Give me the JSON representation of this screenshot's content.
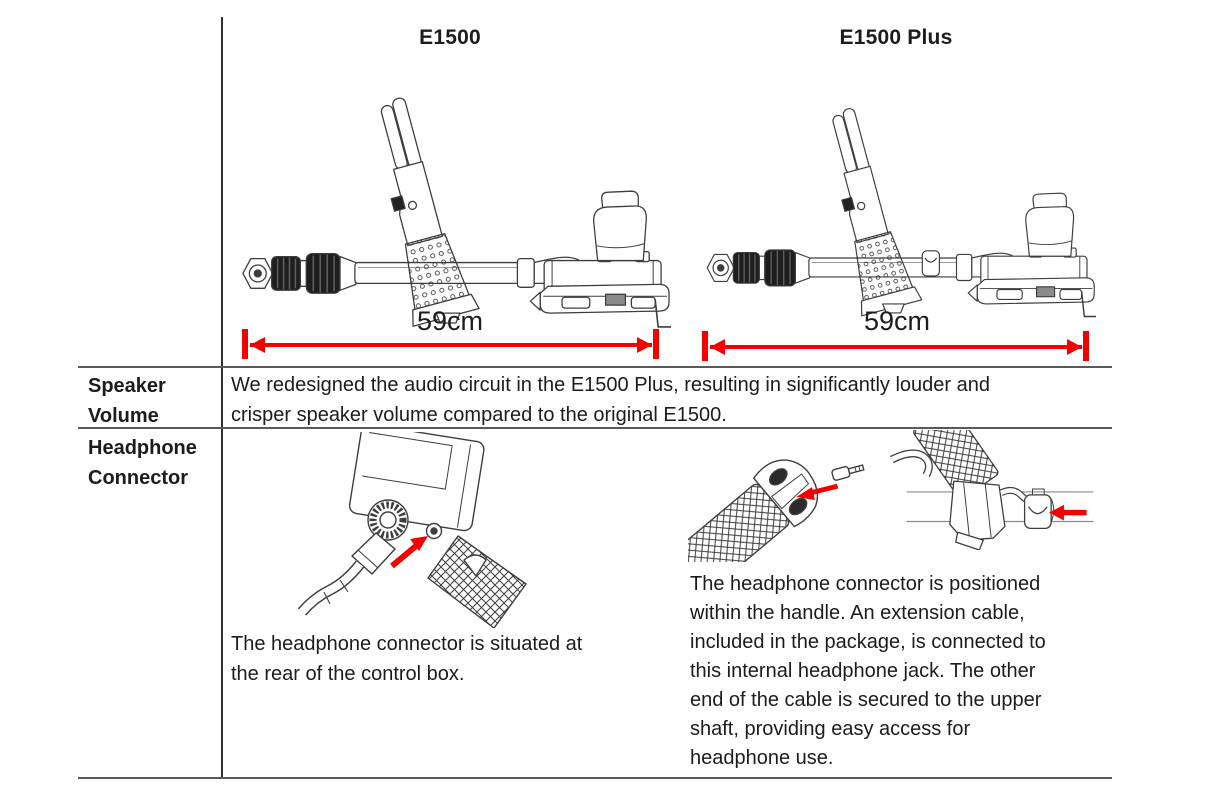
{
  "table": {
    "col_headers": {
      "left": "E1500",
      "right": "E1500 Plus"
    },
    "dimensions": {
      "left_label": "59cm",
      "right_label": "59cm"
    },
    "speaker_row": {
      "label": [
        "Speaker",
        "Volume"
      ],
      "lines": [
        "We redesigned the audio circuit in the E1500 Plus, resulting in significantly louder and",
        "crisper speaker volume compared to the original E1500."
      ]
    },
    "headphone_row": {
      "label": [
        "Headphone",
        "Connector"
      ],
      "left_lines": [
        "The headphone connector is situated at",
        "the rear of the control box."
      ],
      "right_lines": [
        "The headphone connector is positioned",
        "within the handle. An extension cable,",
        "included in the package, is connected to",
        "this internal headphone jack. The other",
        "end of the cable is secured to the upper",
        "shaft, providing easy access for",
        "headphone use."
      ]
    },
    "icons": [
      "red-dimension-arrow",
      "red-pointer-arrow"
    ],
    "colors": {
      "accent_red": "#f40000",
      "rule_gray": "#595959",
      "ink": "#1c1c1c"
    }
  }
}
